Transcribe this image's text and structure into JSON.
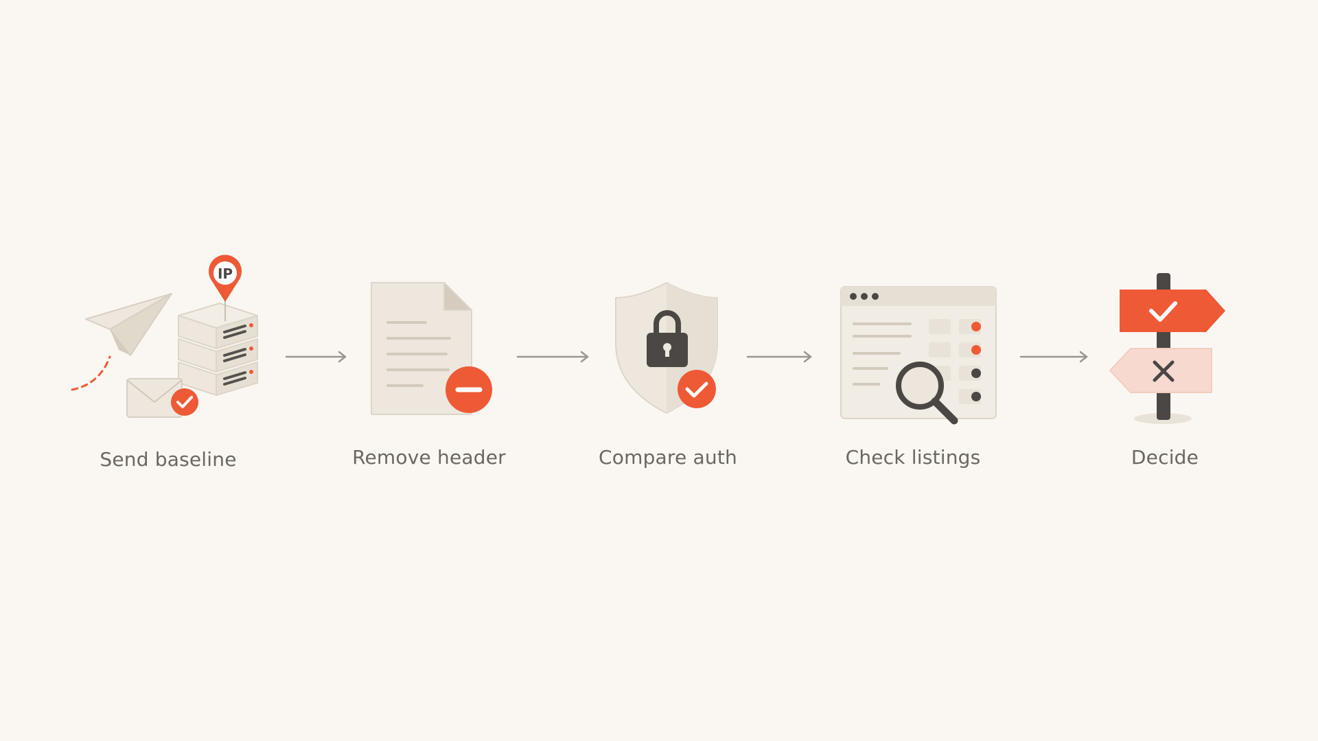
{
  "steps": [
    {
      "label": "Send baseline",
      "icon": "paper-plane-server-envelope-icon"
    },
    {
      "label": "Remove header",
      "icon": "document-minus-icon"
    },
    {
      "label": "Compare auth",
      "icon": "shield-lock-check-icon"
    },
    {
      "label": "Check listings",
      "icon": "browser-list-magnifier-icon"
    },
    {
      "label": "Decide",
      "icon": "signpost-check-cross-icon"
    }
  ],
  "badges": {
    "ip": "IP"
  },
  "colors": {
    "accent": "#ee5a36",
    "accent_light": "#f7d9cf",
    "neutral_fill": "#ede7de",
    "neutral_stroke": "#ddd5ca",
    "dark": "#4a4744",
    "line": "#9b9590",
    "background": "#faf7f2"
  }
}
